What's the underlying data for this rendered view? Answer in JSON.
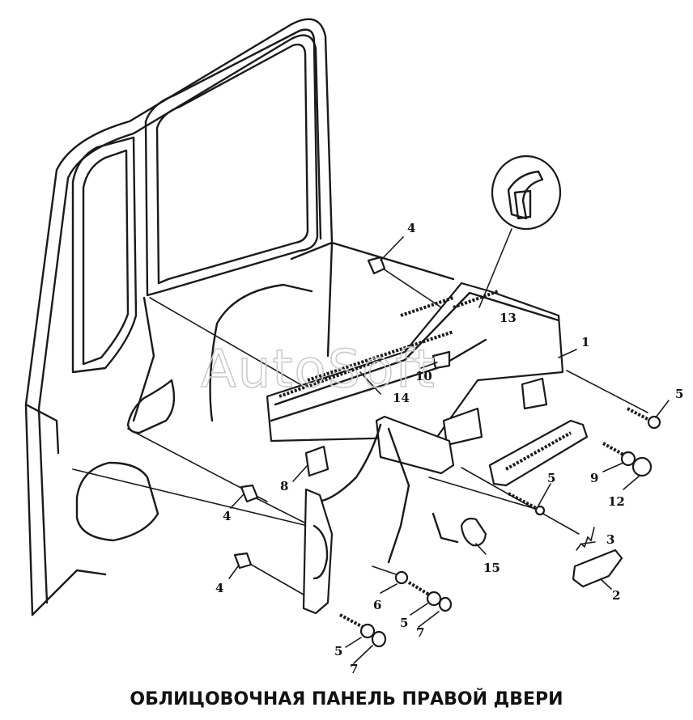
{
  "caption": "ОБЛИЦОВОЧНАЯ ПАНЕЛЬ ПРАВОЙ ДВЕРИ",
  "watermark": "AutoSoft",
  "callouts": {
    "c1": "1",
    "c2": "2",
    "c3": "3",
    "c4a": "4",
    "c4b": "4",
    "c4c": "4",
    "c5a": "5",
    "c5b": "5",
    "c5c": "5",
    "c5d": "5",
    "c6": "6",
    "c7a": "7",
    "c7b": "7",
    "c8": "8",
    "c9": "9",
    "c10": "10",
    "c12": "12",
    "c13": "13",
    "c14": "14",
    "c15": "15"
  }
}
